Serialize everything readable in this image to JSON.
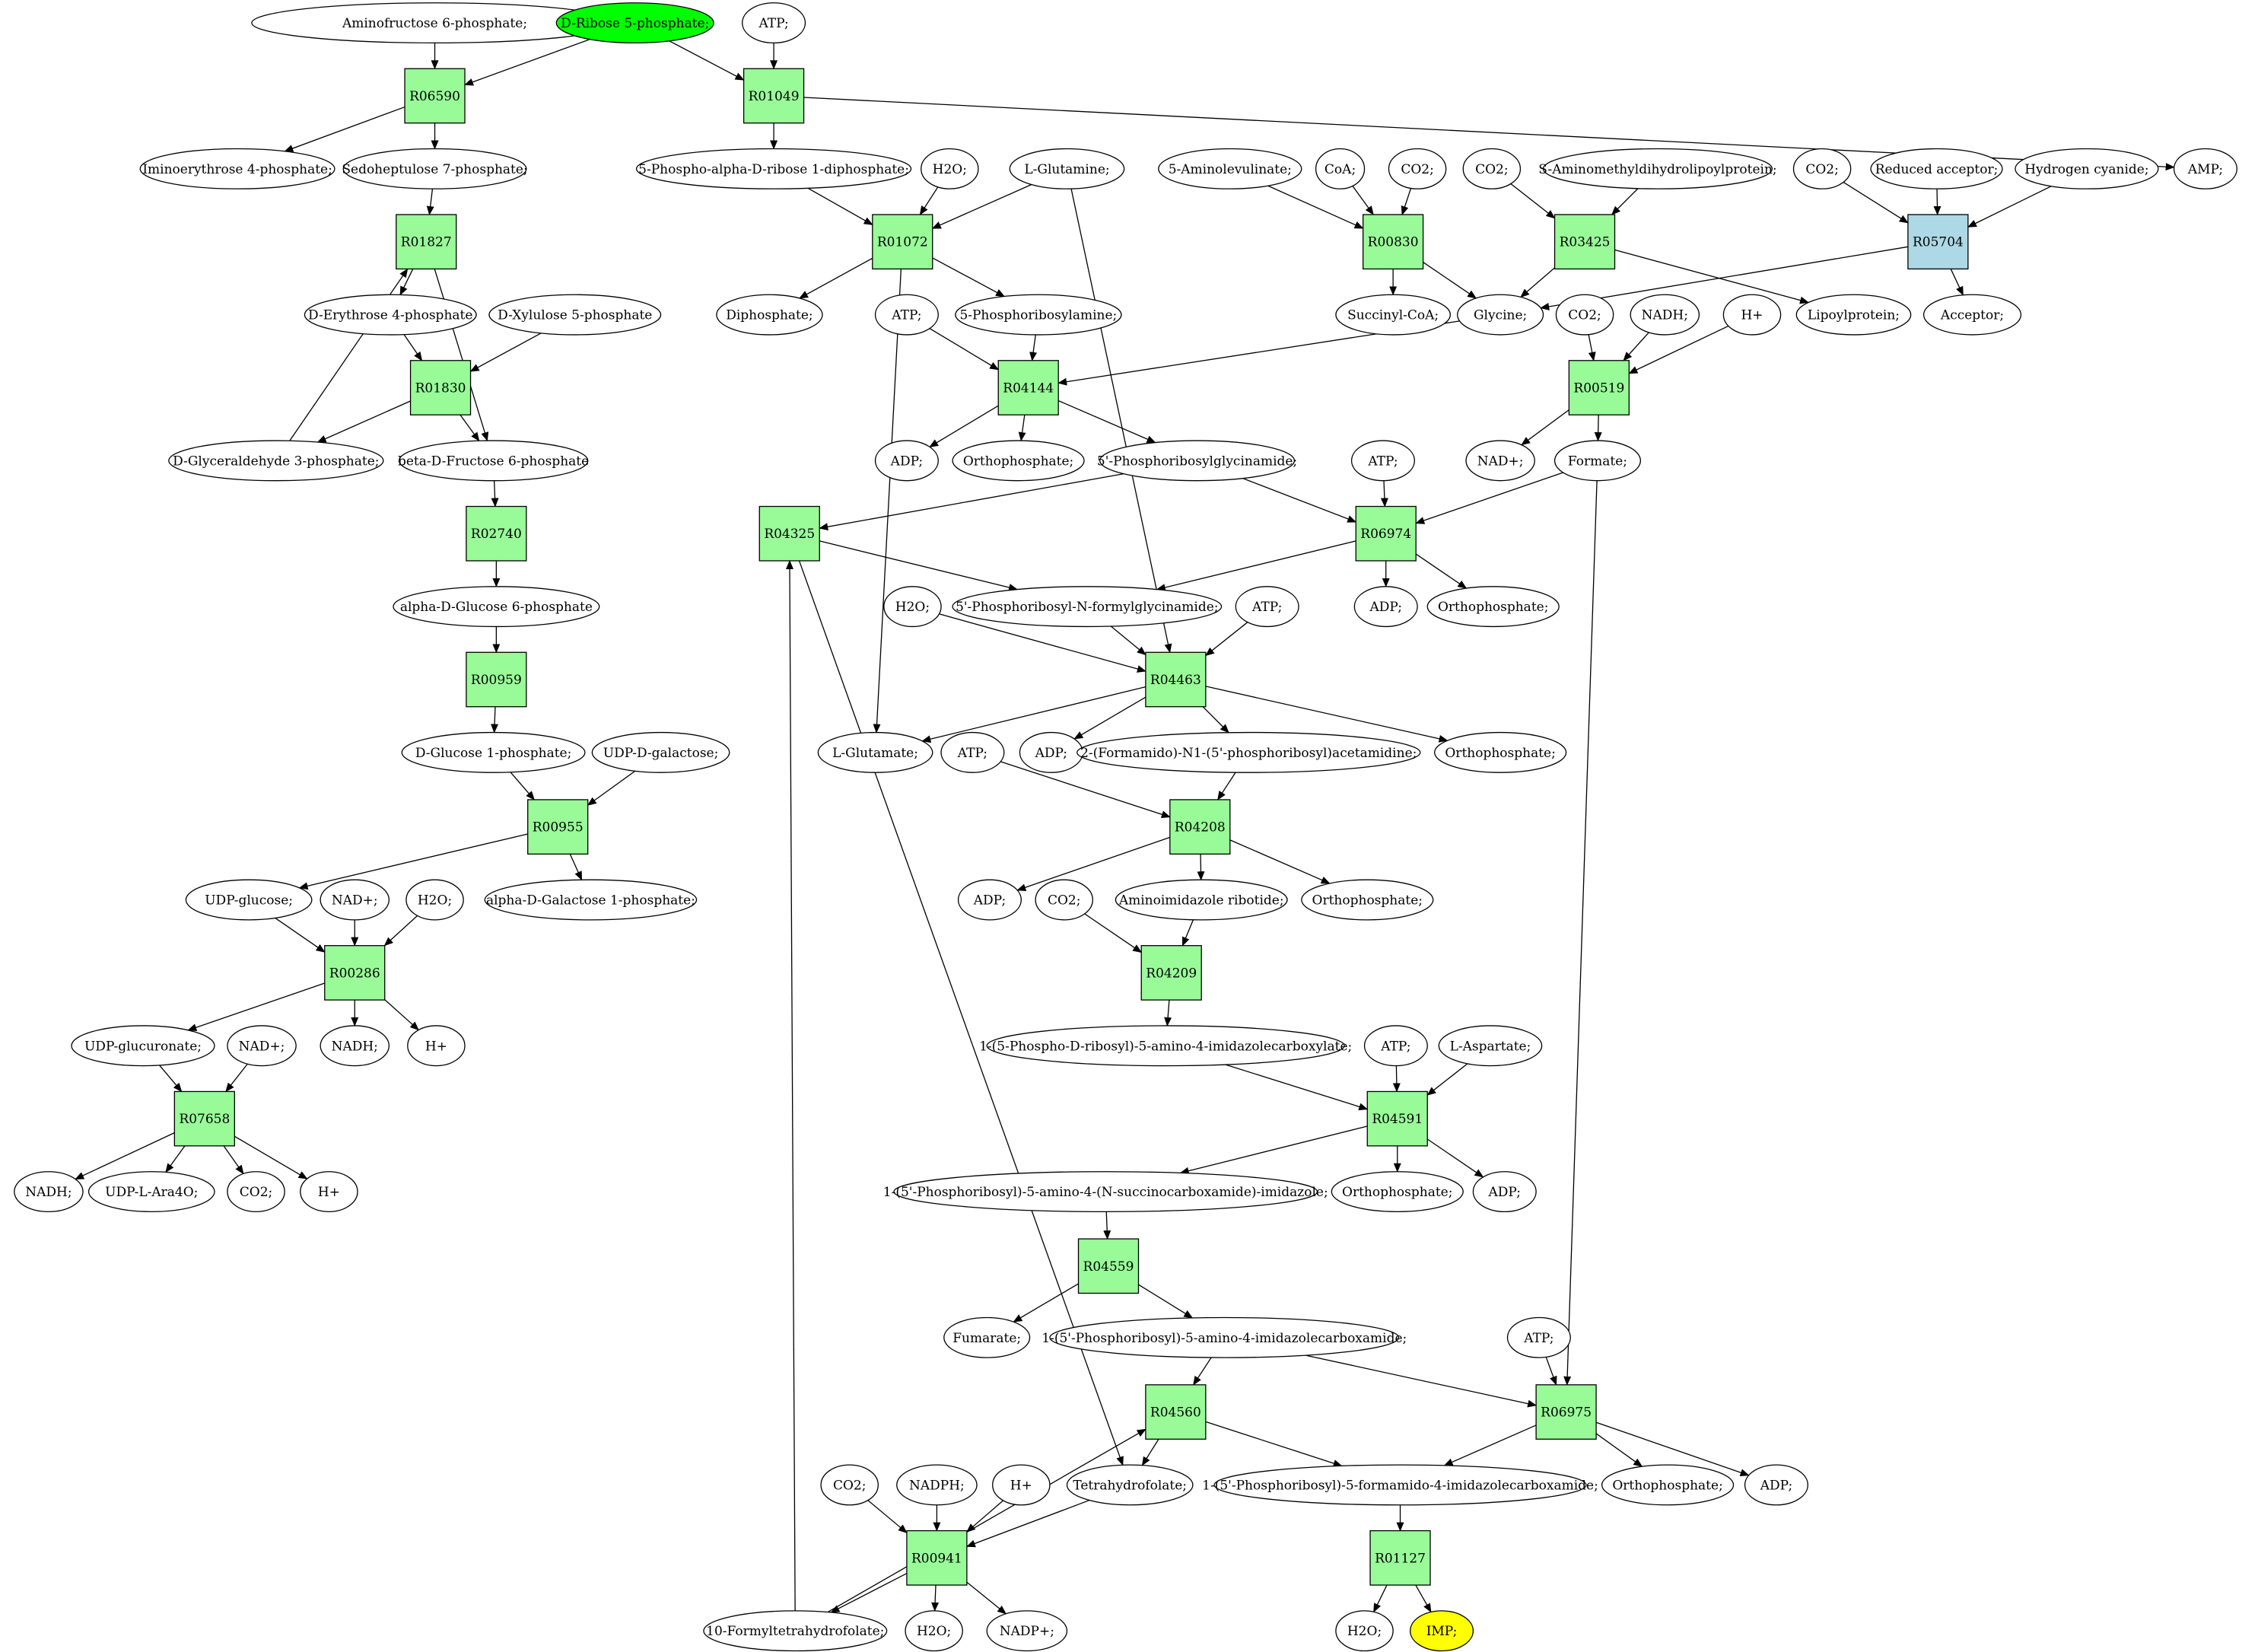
{
  "colors": {
    "reaction": "#98fb98",
    "reaction_special": "#add8e6",
    "compound": "#ffffff",
    "start": "#00ff00",
    "target": "#ffff00",
    "stroke": "#000000"
  },
  "nodes": {
    "c_amf6p": {
      "kind": "compound",
      "label": "Aminofructose 6-phosphate;"
    },
    "c_r5p": {
      "kind": "compound",
      "label": "D-Ribose 5-phosphate;",
      "highlight": "start"
    },
    "c_atp1": {
      "kind": "compound",
      "label": "ATP;"
    },
    "r_R06590": {
      "kind": "reaction",
      "label": "R06590"
    },
    "r_R01049": {
      "kind": "reaction",
      "label": "R01049"
    },
    "c_ie4p": {
      "kind": "compound",
      "label": "Iminoerythrose 4-phosphate;"
    },
    "c_s7p": {
      "kind": "compound",
      "label": "Sedoheptulose 7-phosphate;"
    },
    "c_prpp": {
      "kind": "compound",
      "label": "5-Phospho-alpha-D-ribose 1-diphosphate;"
    },
    "c_h2o1": {
      "kind": "compound",
      "label": "H2O;"
    },
    "c_gln": {
      "kind": "compound",
      "label": "L-Glutamine;"
    },
    "c_ala": {
      "kind": "compound",
      "label": "5-Aminolevulinate;"
    },
    "c_coa": {
      "kind": "compound",
      "label": "CoA;"
    },
    "c_co2a": {
      "kind": "compound",
      "label": "CO2;"
    },
    "c_co2b": {
      "kind": "compound",
      "label": "CO2;"
    },
    "c_sam": {
      "kind": "compound",
      "label": "S-Aminomethyldihydrolipoylprotein;"
    },
    "c_co2c": {
      "kind": "compound",
      "label": "CO2;"
    },
    "c_redacc": {
      "kind": "compound",
      "label": "Reduced acceptor;"
    },
    "c_hcn": {
      "kind": "compound",
      "label": "Hydrogen cyanide;"
    },
    "c_amp": {
      "kind": "compound",
      "label": "AMP;"
    },
    "r_R01827": {
      "kind": "reaction",
      "label": "R01827"
    },
    "r_R01072": {
      "kind": "reaction",
      "label": "R01072"
    },
    "r_R00830": {
      "kind": "reaction",
      "label": "R00830"
    },
    "r_R03425": {
      "kind": "reaction",
      "label": "R03425"
    },
    "r_R05704": {
      "kind": "reaction",
      "label": "R05704",
      "highlight": "special"
    },
    "c_e4p": {
      "kind": "compound",
      "label": "D-Erythrose 4-phosphate"
    },
    "c_xu5p": {
      "kind": "compound",
      "label": "D-Xylulose 5-phosphate"
    },
    "c_pp": {
      "kind": "compound",
      "label": "Diphosphate;"
    },
    "c_atp2": {
      "kind": "compound",
      "label": "ATP;"
    },
    "c_pra": {
      "kind": "compound",
      "label": "5-Phosphoribosylamine;"
    },
    "c_succoa": {
      "kind": "compound",
      "label": "Succinyl-CoA;"
    },
    "c_gly": {
      "kind": "compound",
      "label": "Glycine;"
    },
    "c_co2d": {
      "kind": "compound",
      "label": "CO2;"
    },
    "c_nadh1": {
      "kind": "compound",
      "label": "NADH;"
    },
    "c_hp1": {
      "kind": "compound",
      "label": "H+"
    },
    "c_lipo": {
      "kind": "compound",
      "label": "Lipoylprotein;"
    },
    "c_acc": {
      "kind": "compound",
      "label": "Acceptor;"
    },
    "r_R01830": {
      "kind": "reaction",
      "label": "R01830"
    },
    "r_R04144": {
      "kind": "reaction",
      "label": "R04144"
    },
    "r_R00519": {
      "kind": "reaction",
      "label": "R00519"
    },
    "c_g3p": {
      "kind": "compound",
      "label": "D-Glyceraldehyde 3-phosphate;"
    },
    "c_f6p": {
      "kind": "compound",
      "label": "beta-D-Fructose 6-phosphate"
    },
    "c_adp1": {
      "kind": "compound",
      "label": "ADP;"
    },
    "c_pi1": {
      "kind": "compound",
      "label": "Orthophosphate;"
    },
    "c_gar": {
      "kind": "compound",
      "label": "5'-Phosphoribosylglycinamide;"
    },
    "c_atp3": {
      "kind": "compound",
      "label": "ATP;"
    },
    "c_nad1": {
      "kind": "compound",
      "label": "NAD+;"
    },
    "c_formate": {
      "kind": "compound",
      "label": "Formate;"
    },
    "r_R02740": {
      "kind": "reaction",
      "label": "R02740"
    },
    "r_R04325": {
      "kind": "reaction",
      "label": "R04325"
    },
    "r_R06974": {
      "kind": "reaction",
      "label": "R06974"
    },
    "c_g6p": {
      "kind": "compound",
      "label": "alpha-D-Glucose 6-phosphate"
    },
    "c_fgar": {
      "kind": "compound",
      "label": "5'-Phosphoribosyl-N-formylglycinamide;"
    },
    "c_h2o2": {
      "kind": "compound",
      "label": "H2O;"
    },
    "c_atp4": {
      "kind": "compound",
      "label": "ATP;"
    },
    "c_adp2": {
      "kind": "compound",
      "label": "ADP;"
    },
    "c_pi2": {
      "kind": "compound",
      "label": "Orthophosphate;"
    },
    "r_R00959": {
      "kind": "reaction",
      "label": "R00959"
    },
    "r_R04463": {
      "kind": "reaction",
      "label": "R04463"
    },
    "c_g1p": {
      "kind": "compound",
      "label": "D-Glucose 1-phosphate;"
    },
    "c_udpgal": {
      "kind": "compound",
      "label": "UDP-D-galactose;"
    },
    "c_glu": {
      "kind": "compound",
      "label": "L-Glutamate;"
    },
    "c_atp5": {
      "kind": "compound",
      "label": "ATP;"
    },
    "c_adp3": {
      "kind": "compound",
      "label": "ADP;"
    },
    "c_fgam": {
      "kind": "compound",
      "label": "2-(Formamido)-N1-(5'-phosphoribosyl)acetamidine;"
    },
    "c_pi3": {
      "kind": "compound",
      "label": "Orthophosphate;"
    },
    "r_R00955": {
      "kind": "reaction",
      "label": "R00955"
    },
    "r_R04208": {
      "kind": "reaction",
      "label": "R04208"
    },
    "c_udpglc": {
      "kind": "compound",
      "label": "UDP-glucose;"
    },
    "c_nad2": {
      "kind": "compound",
      "label": "NAD+;"
    },
    "c_h2o3": {
      "kind": "compound",
      "label": "H2O;"
    },
    "c_gal1p": {
      "kind": "compound",
      "label": "alpha-D-Galactose 1-phosphate;"
    },
    "c_adp4": {
      "kind": "compound",
      "label": "ADP;"
    },
    "c_co2e": {
      "kind": "compound",
      "label": "CO2;"
    },
    "c_air": {
      "kind": "compound",
      "label": "Aminoimidazole ribotide;"
    },
    "c_pi4": {
      "kind": "compound",
      "label": "Orthophosphate;"
    },
    "r_R00286": {
      "kind": "reaction",
      "label": "R00286"
    },
    "r_R04209": {
      "kind": "reaction",
      "label": "R04209"
    },
    "c_udpglca": {
      "kind": "compound",
      "label": "UDP-glucuronate;"
    },
    "c_nad3": {
      "kind": "compound",
      "label": "NAD+;"
    },
    "c_nadh2": {
      "kind": "compound",
      "label": "NADH;"
    },
    "c_hp2": {
      "kind": "compound",
      "label": "H+"
    },
    "c_cair": {
      "kind": "compound",
      "label": "1-(5-Phospho-D-ribosyl)-5-amino-4-imidazolecarboxylate;"
    },
    "c_atp6": {
      "kind": "compound",
      "label": "ATP;"
    },
    "c_asp": {
      "kind": "compound",
      "label": "L-Aspartate;"
    },
    "r_R07658": {
      "kind": "reaction",
      "label": "R07658"
    },
    "r_R04591": {
      "kind": "reaction",
      "label": "R04591"
    },
    "c_nadh3": {
      "kind": "compound",
      "label": "NADH;"
    },
    "c_udpara": {
      "kind": "compound",
      "label": "UDP-L-Ara4O;"
    },
    "c_co2f": {
      "kind": "compound",
      "label": "CO2;"
    },
    "c_hp3": {
      "kind": "compound",
      "label": "H+"
    },
    "c_saicar": {
      "kind": "compound",
      "label": "1-(5'-Phosphoribosyl)-5-amino-4-(N-succinocarboxamide)-imidazole;"
    },
    "c_pi5": {
      "kind": "compound",
      "label": "Orthophosphate;"
    },
    "c_adp5": {
      "kind": "compound",
      "label": "ADP;"
    },
    "r_R04559": {
      "kind": "reaction",
      "label": "R04559"
    },
    "c_fum": {
      "kind": "compound",
      "label": "Fumarate;"
    },
    "c_aicar": {
      "kind": "compound",
      "label": "1-(5'-Phosphoribosyl)-5-amino-4-imidazolecarboxamide;"
    },
    "c_atp7": {
      "kind": "compound",
      "label": "ATP;"
    },
    "r_R04560": {
      "kind": "reaction",
      "label": "R04560"
    },
    "r_R06975": {
      "kind": "reaction",
      "label": "R06975"
    },
    "c_co2g": {
      "kind": "compound",
      "label": "CO2;"
    },
    "c_nadph": {
      "kind": "compound",
      "label": "NADPH;"
    },
    "c_hp4": {
      "kind": "compound",
      "label": "H+"
    },
    "c_thf": {
      "kind": "compound",
      "label": "Tetrahydrofolate;"
    },
    "c_faicar": {
      "kind": "compound",
      "label": "1-(5'-Phosphoribosyl)-5-formamido-4-imidazolecarboxamide;"
    },
    "c_pi6": {
      "kind": "compound",
      "label": "Orthophosphate;"
    },
    "c_adp6": {
      "kind": "compound",
      "label": "ADP;"
    },
    "r_R00941": {
      "kind": "reaction",
      "label": "R00941"
    },
    "r_R01127": {
      "kind": "reaction",
      "label": "R01127"
    },
    "c_fthf": {
      "kind": "compound",
      "label": "10-Formyltetrahydrofolate;"
    },
    "c_h2o4": {
      "kind": "compound",
      "label": "H2O;"
    },
    "c_nadp": {
      "kind": "compound",
      "label": "NADP+;"
    },
    "c_h2o5": {
      "kind": "compound",
      "label": "H2O;"
    },
    "c_imp": {
      "kind": "compound",
      "label": "IMP;",
      "highlight": "target"
    }
  },
  "edges": [
    [
      "c_amf6p",
      "r_R06590"
    ],
    [
      "c_r5p",
      "r_R06590"
    ],
    [
      "c_r5p",
      "r_R01049"
    ],
    [
      "c_atp1",
      "r_R01049"
    ],
    [
      "r_R06590",
      "c_ie4p"
    ],
    [
      "r_R06590",
      "c_s7p"
    ],
    [
      "r_R01049",
      "c_prpp"
    ],
    [
      "r_R01049",
      "c_amp"
    ],
    [
      "c_s7p",
      "r_R01827"
    ],
    [
      "r_R01827",
      "c_e4p"
    ],
    [
      "r_R01827",
      "c_f6p"
    ],
    [
      "c_g3p",
      "r_R01827"
    ],
    [
      "c_e4p",
      "r_R01830"
    ],
    [
      "c_xu5p",
      "r_R01830"
    ],
    [
      "r_R01830",
      "c_g3p"
    ],
    [
      "r_R01830",
      "c_f6p"
    ],
    [
      "c_f6p",
      "r_R02740"
    ],
    [
      "r_R02740",
      "c_g6p"
    ],
    [
      "c_g6p",
      "r_R00959"
    ],
    [
      "r_R00959",
      "c_g1p"
    ],
    [
      "c_g1p",
      "r_R00955"
    ],
    [
      "c_udpgal",
      "r_R00955"
    ],
    [
      "r_R00955",
      "c_udpglc"
    ],
    [
      "r_R00955",
      "c_gal1p"
    ],
    [
      "c_udpglc",
      "r_R00286"
    ],
    [
      "c_nad2",
      "r_R00286"
    ],
    [
      "c_h2o3",
      "r_R00286"
    ],
    [
      "r_R00286",
      "c_udpglca"
    ],
    [
      "r_R00286",
      "c_nadh2"
    ],
    [
      "r_R00286",
      "c_hp2"
    ],
    [
      "c_udpglca",
      "r_R07658"
    ],
    [
      "c_nad3",
      "r_R07658"
    ],
    [
      "r_R07658",
      "c_nadh3"
    ],
    [
      "r_R07658",
      "c_udpara"
    ],
    [
      "r_R07658",
      "c_co2f"
    ],
    [
      "r_R07658",
      "c_hp3"
    ],
    [
      "c_prpp",
      "r_R01072"
    ],
    [
      "c_h2o1",
      "r_R01072"
    ],
    [
      "c_gln",
      "r_R01072"
    ],
    [
      "r_R01072",
      "c_pp"
    ],
    [
      "r_R01072",
      "c_pra"
    ],
    [
      "r_R01072",
      "c_glu"
    ],
    [
      "c_atp2",
      "r_R04144"
    ],
    [
      "c_pra",
      "r_R04144"
    ],
    [
      "c_gly",
      "r_R04144"
    ],
    [
      "r_R04144",
      "c_adp1"
    ],
    [
      "r_R04144",
      "c_pi1"
    ],
    [
      "r_R04144",
      "c_gar"
    ],
    [
      "c_ala",
      "r_R00830"
    ],
    [
      "c_coa",
      "r_R00830"
    ],
    [
      "c_co2a",
      "r_R00830"
    ],
    [
      "r_R00830",
      "c_succoa"
    ],
    [
      "r_R00830",
      "c_gly"
    ],
    [
      "c_co2b",
      "r_R03425"
    ],
    [
      "c_sam",
      "r_R03425"
    ],
    [
      "r_R03425",
      "c_gly"
    ],
    [
      "r_R03425",
      "c_lipo"
    ],
    [
      "c_co2c",
      "r_R05704"
    ],
    [
      "c_redacc",
      "r_R05704"
    ],
    [
      "c_hcn",
      "r_R05704"
    ],
    [
      "r_R05704",
      "c_gly"
    ],
    [
      "r_R05704",
      "c_acc"
    ],
    [
      "c_co2d",
      "r_R00519"
    ],
    [
      "c_nadh1",
      "r_R00519"
    ],
    [
      "c_hp1",
      "r_R00519"
    ],
    [
      "r_R00519",
      "c_nad1"
    ],
    [
      "r_R00519",
      "c_formate"
    ],
    [
      "c_gar",
      "r_R04325"
    ],
    [
      "c_fthf",
      "r_R04325"
    ],
    [
      "r_R04325",
      "c_fgar"
    ],
    [
      "r_R04325",
      "c_thf"
    ],
    [
      "c_gar",
      "r_R06974"
    ],
    [
      "c_atp3",
      "r_R06974"
    ],
    [
      "c_formate",
      "r_R06974"
    ],
    [
      "r_R06974",
      "c_fgar"
    ],
    [
      "r_R06974",
      "c_adp2"
    ],
    [
      "r_R06974",
      "c_pi2"
    ],
    [
      "c_fgar",
      "r_R04463"
    ],
    [
      "c_h2o2",
      "r_R04463"
    ],
    [
      "c_atp4",
      "r_R04463"
    ],
    [
      "c_gln",
      "r_R04463"
    ],
    [
      "r_R04463",
      "c_glu"
    ],
    [
      "r_R04463",
      "c_adp3"
    ],
    [
      "r_R04463",
      "c_fgam"
    ],
    [
      "r_R04463",
      "c_pi3"
    ],
    [
      "c_fgam",
      "r_R04208"
    ],
    [
      "c_atp5",
      "r_R04208"
    ],
    [
      "r_R04208",
      "c_adp4"
    ],
    [
      "r_R04208",
      "c_air"
    ],
    [
      "r_R04208",
      "c_pi4"
    ],
    [
      "c_air",
      "r_R04209"
    ],
    [
      "c_co2e",
      "r_R04209"
    ],
    [
      "r_R04209",
      "c_cair"
    ],
    [
      "c_cair",
      "r_R04591"
    ],
    [
      "c_atp6",
      "r_R04591"
    ],
    [
      "c_asp",
      "r_R04591"
    ],
    [
      "r_R04591",
      "c_saicar"
    ],
    [
      "r_R04591",
      "c_pi5"
    ],
    [
      "r_R04591",
      "c_adp5"
    ],
    [
      "c_saicar",
      "r_R04559"
    ],
    [
      "r_R04559",
      "c_fum"
    ],
    [
      "r_R04559",
      "c_aicar"
    ],
    [
      "c_aicar",
      "r_R04560"
    ],
    [
      "c_fthf",
      "r_R04560"
    ],
    [
      "r_R04560",
      "c_thf"
    ],
    [
      "r_R04560",
      "c_faicar"
    ],
    [
      "c_aicar",
      "r_R06975"
    ],
    [
      "c_atp7",
      "r_R06975"
    ],
    [
      "c_formate",
      "r_R06975"
    ],
    [
      "r_R06975",
      "c_faicar"
    ],
    [
      "r_R06975",
      "c_pi6"
    ],
    [
      "r_R06975",
      "c_adp6"
    ],
    [
      "c_co2g",
      "r_R00941"
    ],
    [
      "c_nadph",
      "r_R00941"
    ],
    [
      "c_hp4",
      "r_R00941"
    ],
    [
      "c_thf",
      "r_R00941"
    ],
    [
      "r_R00941",
      "c_fthf"
    ],
    [
      "r_R00941",
      "c_h2o4"
    ],
    [
      "r_R00941",
      "c_nadp"
    ],
    [
      "c_faicar",
      "r_R01127"
    ],
    [
      "r_R01127",
      "c_h2o5"
    ],
    [
      "r_R01127",
      "c_imp"
    ]
  ]
}
